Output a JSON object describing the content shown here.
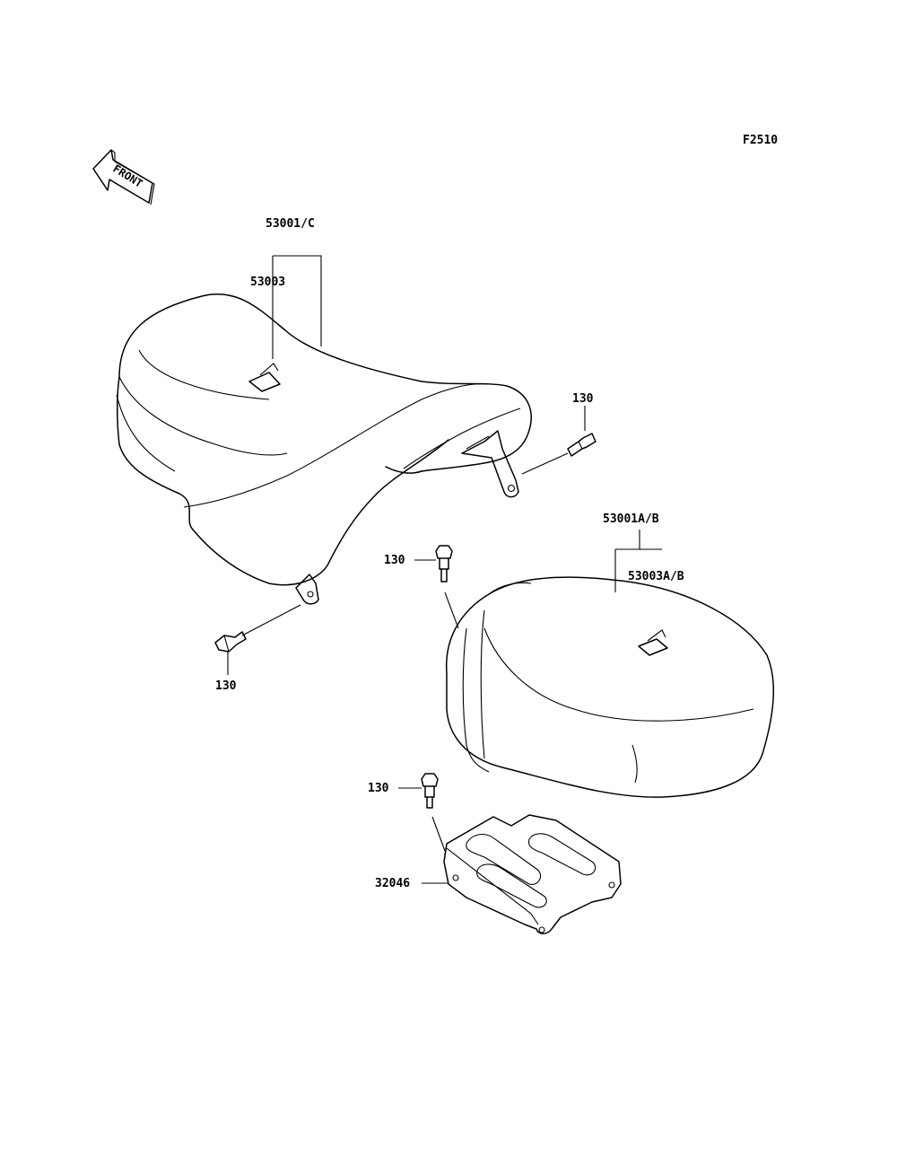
{
  "figure_code": "F2510",
  "front_marker": "FRONT",
  "labels": {
    "front_seat_assy": "53001/C",
    "front_seat_emblem": "53003",
    "rear_seat_assy": "53001A/B",
    "rear_seat_emblem": "53003A/B",
    "bolt_front_right": "130",
    "bolt_front_left": "130",
    "bolt_rear_seat": "130",
    "bolt_plate": "130",
    "plate": "32046"
  }
}
